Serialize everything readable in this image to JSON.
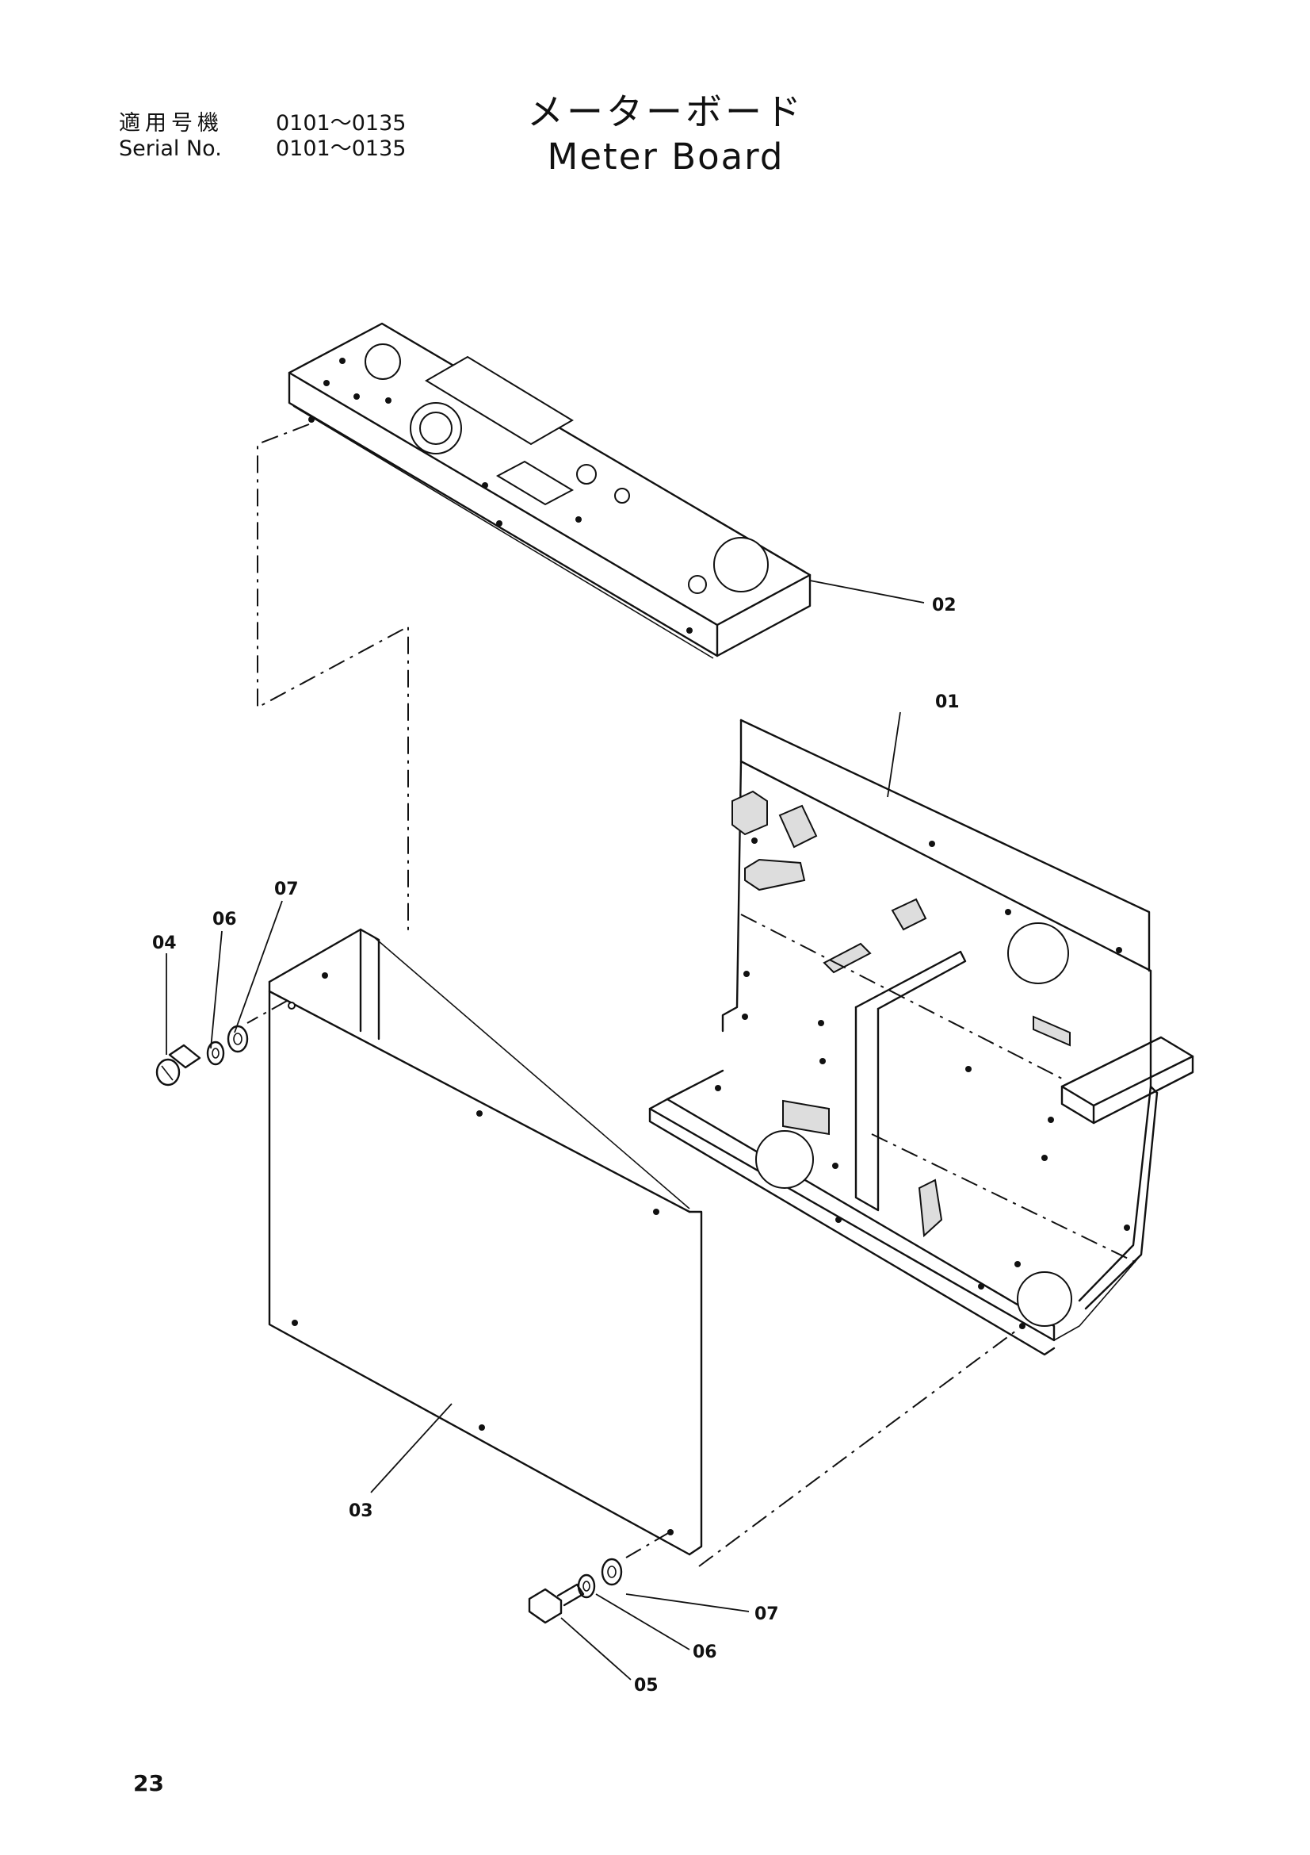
{
  "header": {
    "serial_label_jp": "適用号機",
    "serial_range_jp": "0101～0135",
    "serial_label_en": "Serial No.",
    "serial_range_en": "0101～0135"
  },
  "title": {
    "jp": "メーターボード",
    "en": "Meter Board"
  },
  "callouts": {
    "c01": "01",
    "c02": "02",
    "c03": "03",
    "c04": "04",
    "c05": "05",
    "c06a": "06",
    "c06b": "06",
    "c07a": "07",
    "c07b": "07"
  },
  "page_number": "23"
}
